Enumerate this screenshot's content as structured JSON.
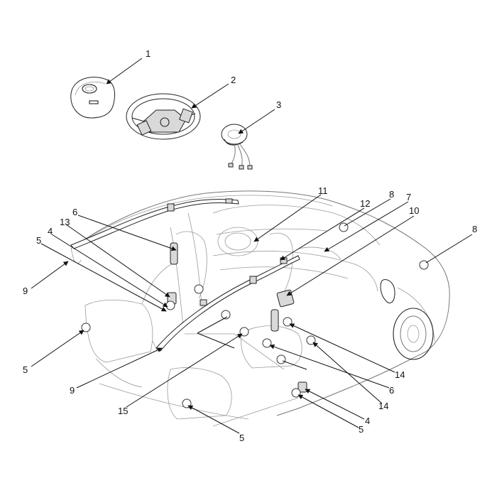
{
  "diagram": {
    "callouts": [
      {
        "id": "c1",
        "label": "1"
      },
      {
        "id": "c2",
        "label": "2"
      },
      {
        "id": "c3",
        "label": "3"
      },
      {
        "id": "c11",
        "label": "11"
      },
      {
        "id": "c12",
        "label": "12"
      },
      {
        "id": "c8a",
        "label": "8"
      },
      {
        "id": "c7",
        "label": "7"
      },
      {
        "id": "c10",
        "label": "10"
      },
      {
        "id": "c8b",
        "label": "8"
      },
      {
        "id": "c6a",
        "label": "6"
      },
      {
        "id": "c13",
        "label": "13"
      },
      {
        "id": "c4a",
        "label": "4"
      },
      {
        "id": "c5a",
        "label": "5"
      },
      {
        "id": "c9a",
        "label": "9"
      },
      {
        "id": "c5b",
        "label": "5"
      },
      {
        "id": "c9b",
        "label": "9"
      },
      {
        "id": "c15",
        "label": "15"
      },
      {
        "id": "c5c",
        "label": "5"
      },
      {
        "id": "c14a",
        "label": "14"
      },
      {
        "id": "c6b",
        "label": "6"
      },
      {
        "id": "c14b",
        "label": "14"
      },
      {
        "id": "c4b",
        "label": "4"
      },
      {
        "id": "c5d",
        "label": "5"
      }
    ],
    "components": {
      "driver_airbag": "driver-airbag-module",
      "steering_wheel": "steering-wheel",
      "clock_spring": "clock-spring",
      "vehicle": "vehicle-cutaway"
    }
  }
}
